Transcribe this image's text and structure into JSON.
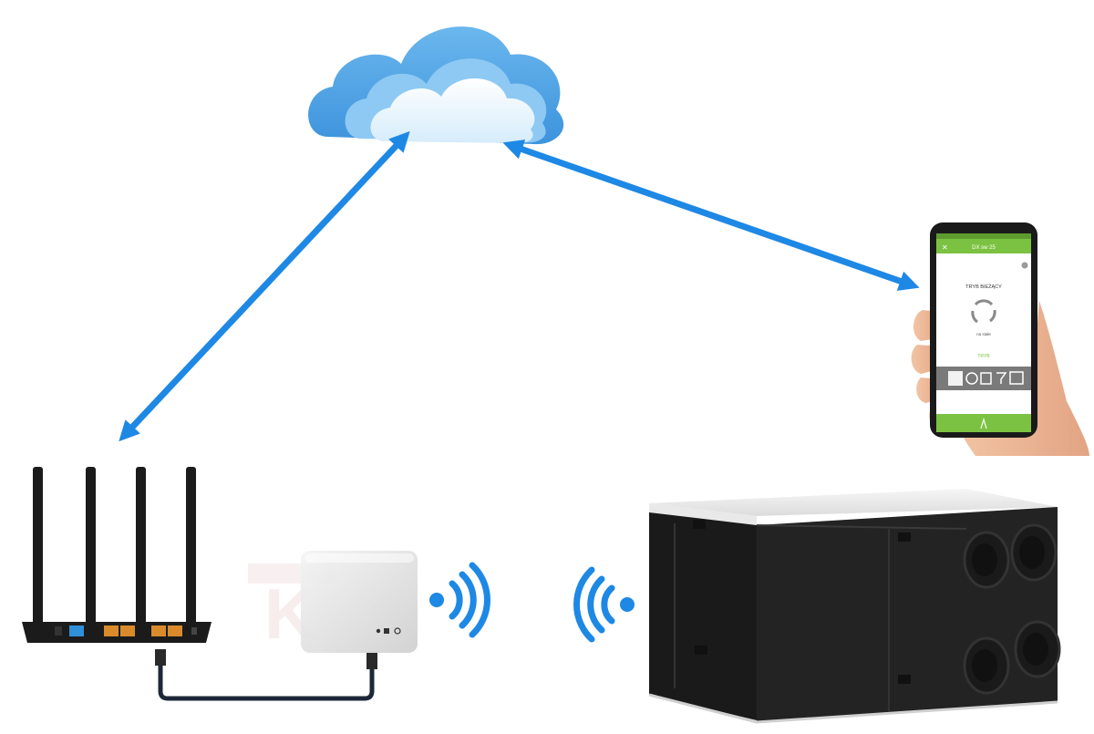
{
  "phone": {
    "header_title": "DX sw 25",
    "mode_title": "TRYB BIEŻĄCY",
    "mode_status": "na stałe",
    "mode_link": "TRYB"
  },
  "watermark": {
    "letter": "K"
  },
  "colors": {
    "arrow": "#1e88e5",
    "cloud_outer": "#4fa3e6",
    "cloud_inner": "#cfe8fb",
    "phone_green": "#7cc242",
    "router_black": "#1b1b1b",
    "router_port_orange": "#d98b2b",
    "router_port_blue": "#2f8fd8",
    "module_gray": "#e6e6e6",
    "unit_black": "#1a1a1a"
  },
  "icons": [
    "cloud-icon",
    "router-icon",
    "wifi-module-icon",
    "smartphone-icon",
    "ventilation-unit-icon",
    "wifi-signal-icon"
  ]
}
